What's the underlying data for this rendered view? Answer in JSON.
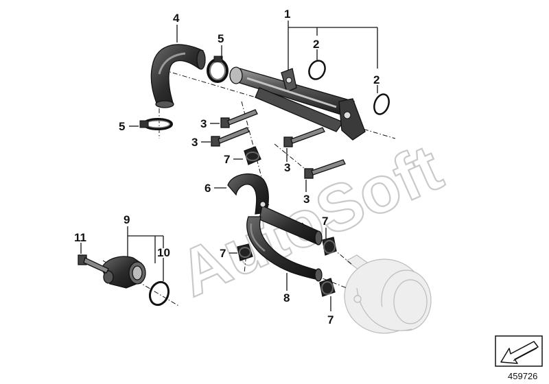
{
  "diagram": {
    "callouts": [
      "1",
      "2",
      "2",
      "3",
      "3",
      "3",
      "3",
      "4",
      "5",
      "5",
      "6",
      "7",
      "7",
      "7",
      "7",
      "8",
      "9",
      "10",
      "11"
    ],
    "watermark": "AutoSoft",
    "reference_number": "459726",
    "colors": {
      "part_fill": "#3a3a3a",
      "part_highlight": "#8c8c8c",
      "ghost_fill": "#eeeeee",
      "ghost_stroke": "#bcbcbc",
      "line": "#111111"
    },
    "icons": [
      "navigation-arrow-icon"
    ]
  }
}
